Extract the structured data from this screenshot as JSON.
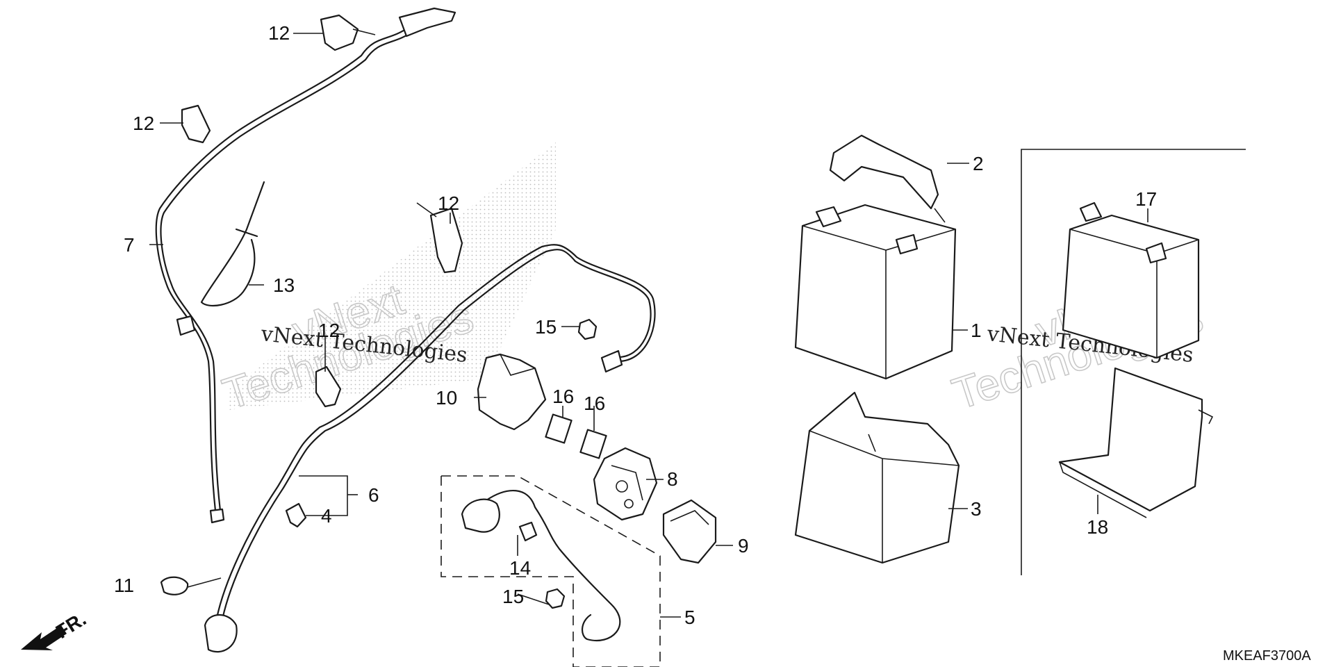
{
  "diagram_code": "MKEAF3700A",
  "front_marker": "FR.",
  "watermark": {
    "line1": "vNext Technologies",
    "line2a": "vNext",
    "line2b": "Technologies"
  },
  "callouts": {
    "c1": "1",
    "c2": "2",
    "c3": "3",
    "c4": "4",
    "c5": "5",
    "c6": "6",
    "c7": "7",
    "c8": "8",
    "c9": "9",
    "c10": "10",
    "c11": "11",
    "c12a": "12",
    "c12b": "12",
    "c12c": "12",
    "c12d": "12",
    "c13": "13",
    "c14": "14",
    "c15a": "15",
    "c15b": "15",
    "c16a": "16",
    "c16b": "16",
    "c17": "17",
    "c18": "18"
  }
}
